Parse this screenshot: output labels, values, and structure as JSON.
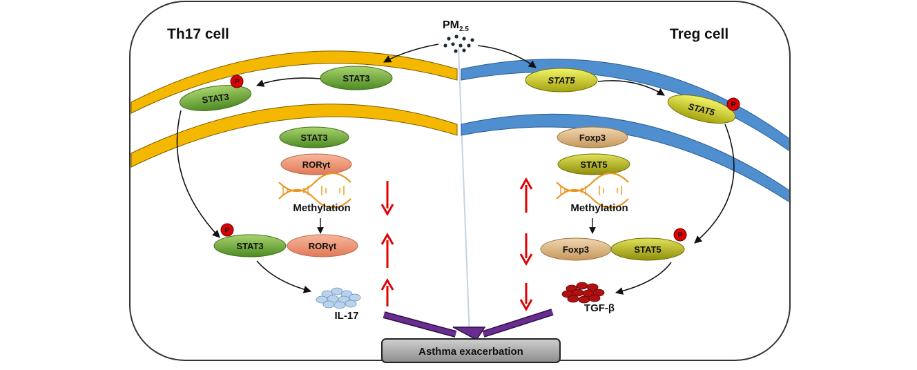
{
  "left_cell": {
    "title": "Th17 cell"
  },
  "right_cell": {
    "title": "Treg cell"
  },
  "pollutant": {
    "label": "PM",
    "subscript": "2.5"
  },
  "left_labels": {
    "stat3_membrane": "STAT3",
    "stat3_phospho_membrane": "STAT3",
    "stat3_nucleus": "STAT3",
    "ror_nucleus": "RORγt",
    "methylation": "Methylation",
    "stat3_phospho_bottom": "STAT3",
    "ror_bottom": "RORγt",
    "cytokine": "IL-17"
  },
  "right_labels": {
    "stat5_membrane": "STAT5",
    "stat5_phospho_membrane": "STAT5",
    "foxp3_nucleus": "Foxp3",
    "stat5_nucleus": "STAT5",
    "methylation": "Methylation",
    "foxp3_bottom": "Foxp3",
    "stat5_phospho_bottom": "STAT5",
    "cytokine": "TGF-β"
  },
  "phospho_label": "P",
  "outcome": {
    "label": "Asthma exacerbation"
  },
  "colors": {
    "th17_membrane": "#F5B800",
    "treg_membrane": "#4F8FD0",
    "stat3": "#6FAE3A",
    "ror": "#EE9070",
    "stat5": "#C8C81A",
    "foxp3": "#D9B07A",
    "phospho": "#E00000",
    "trend_arrow": "#E00000",
    "outcome_arrow": "#6A2C91",
    "outcome_box": "#A6A6A6",
    "il17": "#B9D3EE",
    "tgfb": "#B01010"
  },
  "trends": {
    "left_methylation": "down",
    "left_expression": "up",
    "left_il17": "up",
    "right_methylation": "up",
    "right_expression": "down",
    "right_tgfb": "down"
  }
}
